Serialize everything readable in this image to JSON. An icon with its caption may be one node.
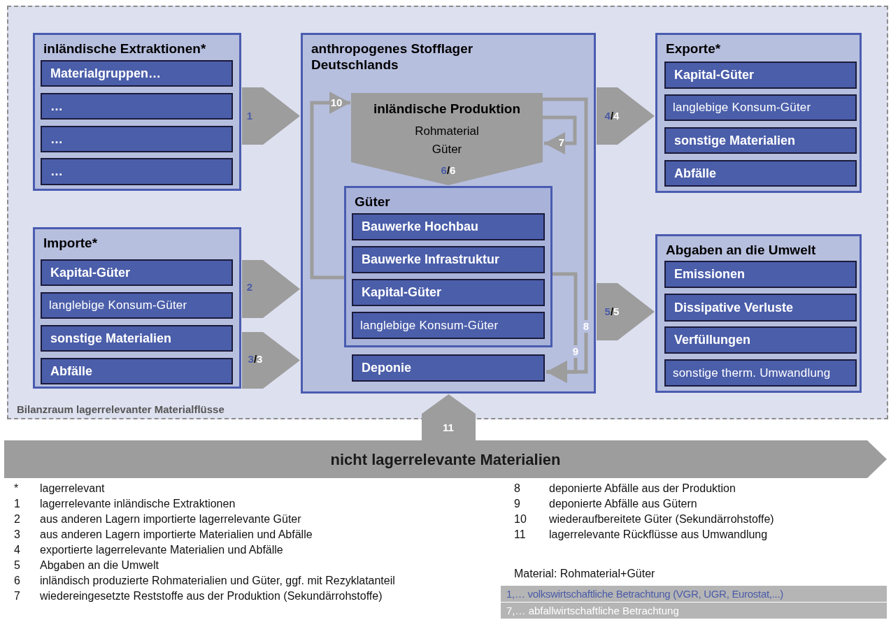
{
  "diagram": {
    "nodes": [
      {
        "text": [
          "Bilanzraum lagerrelevanter Materialflüsse"
        ]
      },
      {
        "text": [
          "inländische Extraktionen*"
        ],
        "in": 0
      },
      {
        "text": [
          "Materialgruppen…"
        ],
        "in": 1
      },
      {
        "text": [
          "…"
        ],
        "in": 1
      },
      {
        "text": [
          "…"
        ],
        "in": 1
      },
      {
        "text": [
          "…"
        ],
        "in": 1
      },
      {
        "text": [
          "Importe*"
        ],
        "in": 0
      },
      {
        "text": [
          "Kapital-Güter"
        ],
        "in": 6
      },
      {
        "text": [
          "langlebige Konsum-Güter"
        ],
        "in": 6
      },
      {
        "text": [
          "sonstige Materialien"
        ],
        "in": 6
      },
      {
        "text": [
          "Abfälle"
        ],
        "in": 6
      },
      {
        "text": [
          "anthropogenes Stofflager Deutschlands"
        ],
        "in": 0
      },
      {
        "text": [
          "inländische Produktion",
          "Rohmaterial Güter"
        ],
        "in": 11
      },
      {
        "text": [
          "Güter"
        ],
        "in": 11
      },
      {
        "text": [
          "Bauwerke Hochbau"
        ],
        "in": 13
      },
      {
        "text": [
          "Bauwerke Infrastruktur"
        ],
        "in": 13
      },
      {
        "text": [
          "Kapital-Güter"
        ],
        "in": 13
      },
      {
        "text": [
          "langlebige Konsum-Güter"
        ],
        "in": 13
      },
      {
        "text": [
          "Deponie"
        ],
        "in": 11
      },
      {
        "text": [
          "Exporte*"
        ],
        "in": 0
      },
      {
        "text": [
          "Kapital-Güter"
        ],
        "in": 19
      },
      {
        "text": [
          "langlebige Konsum-Güter"
        ],
        "in": 19
      },
      {
        "text": [
          "sonstige Materialien"
        ],
        "in": 19
      },
      {
        "text": [
          "Abfälle"
        ],
        "in": 19
      },
      {
        "text": [
          "Abgaben an die Umwelt"
        ],
        "in": 0
      },
      {
        "text": [
          "Emissionen"
        ],
        "in": 24
      },
      {
        "text": [
          "Dissipative  Verluste"
        ],
        "in": 24
      },
      {
        "text": [
          "Verfüllungen"
        ],
        "in": 24
      },
      {
        "text": [
          "sonstige therm. Umwandlung"
        ],
        "in": 24
      },
      {
        "text": [
          "nicht lagerrelevante Materialien"
        ]
      }
    ],
    "edges": [
      {
        "from": 1,
        "to": 11,
        "arrow": "to",
        "label": "1"
      },
      {
        "from": 6,
        "to": 11,
        "arrow": "to",
        "label": "2"
      },
      {
        "from": 6,
        "to": 11,
        "arrow": "to",
        "label": "3/3"
      },
      {
        "from": 11,
        "to": 19,
        "arrow": "to",
        "label": "4/4"
      },
      {
        "from": 11,
        "to": 24,
        "arrow": "to",
        "label": "5/5"
      },
      {
        "from": 12,
        "to": 13,
        "arrow": "to",
        "label": "6/6"
      },
      {
        "from": 12,
        "to": 12,
        "arrow": "to",
        "label": "7"
      },
      {
        "from": 12,
        "to": 18,
        "arrow": "to",
        "label": "8"
      },
      {
        "from": 13,
        "to": 18,
        "arrow": "to",
        "label": "9"
      },
      {
        "from": 13,
        "to": 12,
        "arrow": "to",
        "label": "10"
      },
      {
        "from": 29,
        "to": 11,
        "arrow": "to",
        "label": "11"
      }
    ],
    "labels": [
      "*",
      "lagerrelevant",
      "1",
      "lagerrelevante inländische Extraktionen",
      "2",
      "aus anderen Lagern importierte lagerrelevante Güter",
      "3",
      "aus anderen Lagern importierte Materialien und Abfälle",
      "4",
      "exportierte lagerrelevante Materialien und Abfälle",
      "5",
      "Abgaben an die Umwelt",
      "6",
      "inländisch produzierte Rohmaterialien und Güter, ggf. mit Rezyklatanteil",
      "7",
      "wiedereingesetzte Reststoffe aus der Produktion (Sekundärrohstoffe)",
      "8",
      "deponierte Abfälle aus der Produktion",
      "9",
      "deponierte Abfälle aus Gütern",
      "10",
      "wiederaufbereitete Güter (Sekundärrohstoffe)",
      "11",
      "lagerrelevante Rückflüsse aus Umwandlung",
      "Material: Rohmaterial+Güter"
    ],
    "legend": [
      {
        "text": "1,… volkswirtschaftliche Betrachtung (VGR, UGR, Eurostat,...)",
        "color": "#4a5ba8"
      },
      {
        "text": "7,… abfallwirtschaftliche Betrachtung",
        "color": "#ffffff"
      }
    ]
  }
}
